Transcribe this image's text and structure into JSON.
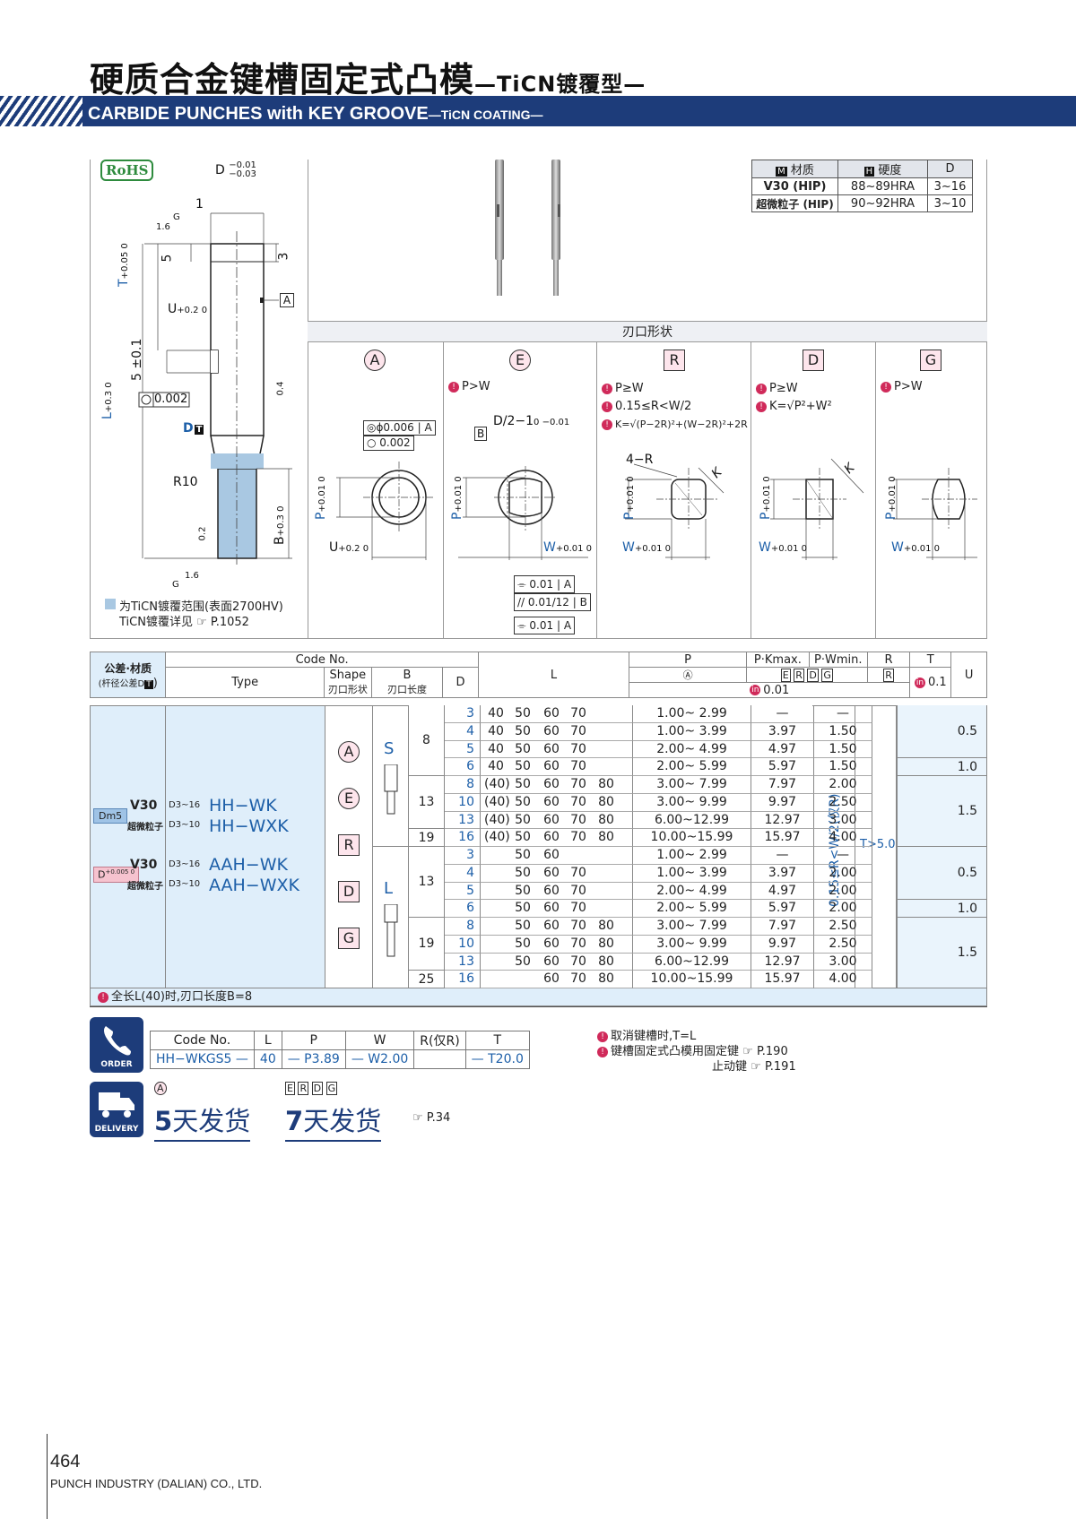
{
  "header": {
    "title_cn": "硬质合金键槽固定式凸模",
    "title_cn_sub": "—TiCN镀覆型—",
    "title_en": "CARBIDE PUNCHES with KEY GROOVE",
    "title_en_sub": "—TiCN COATING—"
  },
  "drawing": {
    "rohs": "RoHS",
    "d_tol": "D",
    "d_tol_upper": "−0.01",
    "d_tol_lower": "−0.03",
    "dim_1": "1",
    "dim_g": "G",
    "dim_16": "1.6",
    "dim_5": "5",
    "dim_3": "3",
    "t_label": "T",
    "t_tol": "+0.05 0",
    "u_label": "U",
    "u_tol": "+0.2 0",
    "ref_a": "A",
    "dim_5_01": "5 ±0.1",
    "l_label": "L",
    "l_tol": "+0.3 0",
    "flat_tol": "0.002",
    "g_04": "0.4",
    "d_t_label": "D",
    "t_badge": "T",
    "r10": "R10",
    "g_02": "0.2",
    "b_label": "B",
    "b_tol": "+0.3 0",
    "g_bottom": "G",
    "g_16b": "1.6",
    "legend_1": "为TiCN镀覆范围(表面2700HV)",
    "legend_2": "TiCN镀覆详见",
    "legend_ref": "P.1052"
  },
  "material_table": {
    "headers": [
      "材质",
      "硬度",
      "D"
    ],
    "badges": [
      "M",
      "H"
    ],
    "rows": [
      [
        "V30 (HIP)",
        "88~89HRA",
        "3~16"
      ],
      [
        "超微粒子 (HIP)",
        "90~92HRA",
        "3~10"
      ]
    ]
  },
  "shape_section": {
    "title": "刃口形状",
    "shapes": [
      {
        "code": "A",
        "cond": [],
        "tol1": "ϕ0.006",
        "tol1_ref": "A",
        "tol2": "0.002",
        "p": "P",
        "p_tol": "+0.01 0",
        "u": "U",
        "u_tol": "+0.2 0"
      },
      {
        "code": "E",
        "cond": [
          "P>W"
        ],
        "d2": "D/2−1",
        "d2_tol": "0 −0.01",
        "b": "B",
        "p": "P",
        "p_tol": "+0.01 0",
        "w": "W",
        "w_tol": "+0.01 0",
        "t1": "0.01",
        "t1_ref": "A",
        "t2": "0.01/12",
        "t2_ref": "B",
        "t3": "0.01",
        "t3_ref": "A"
      },
      {
        "code": "R",
        "cond": [
          "P≥W",
          "0.15≤R<W/2",
          "K=√(P−2R)²+(W−2R)²+2R"
        ],
        "r": "4−R",
        "k": "K",
        "p": "P",
        "p_tol": "+0.01 0",
        "w": "W",
        "w_tol": "+0.01 0"
      },
      {
        "code": "D",
        "cond": [
          "P≥W",
          "K=√P²+W²"
        ],
        "k": "K",
        "p": "P",
        "p_tol": "+0.01 0",
        "w": "W",
        "w_tol": "+0.01 0"
      },
      {
        "code": "G",
        "cond": [
          "P>W"
        ],
        "p": "P",
        "p_tol": "+0.01 0",
        "w": "W",
        "w_tol": "+0.01 0"
      }
    ]
  },
  "spec_table": {
    "h_tol": "公差·材质",
    "h_tol_sub": "(杆径公差D",
    "h_tol_badge": "T",
    "h_code": "Code No.",
    "h_type": "Type",
    "h_shape": "Shape",
    "h_shape_sub": "刃口形状",
    "h_b": "B",
    "h_b_sub": "刃口长度",
    "h_d": "D",
    "h_l": "L",
    "h_p": "P",
    "h_p_sub": "A",
    "h_pk": "P·Kmax.",
    "h_pw": "P·Wmin.",
    "h_pkw_sub": [
      "E",
      "R",
      "D",
      "G"
    ],
    "h_r": "R",
    "h_r_sub": "R",
    "h_t": "T",
    "h_t_sub": "0.1",
    "h_u": "U",
    "h_in": "0.01",
    "left_group": {
      "tol1": "Dm5",
      "tol2": "D",
      "tol2_sup": "+0.005 0",
      "mat_v30": "V30",
      "mat_sm": "超微粒子",
      "range_v30": "D3~16",
      "range_sm": "D3~10",
      "type_hh_wk": "HH−WK",
      "type_hh_wxk": "HH−WXK",
      "type_aah_wk": "AAH−WK",
      "type_aah_wxk": "AAH−WXK"
    },
    "shape_codes": [
      "A",
      "E",
      "R",
      "D",
      "G"
    ],
    "b_s": "S",
    "b_l": "L",
    "r_range": "0.15≤R<W/2(仅R)",
    "t_range": "T>5.0",
    "rows": [
      {
        "b": "8",
        "d": "3",
        "l": [
          "40",
          "50",
          "60",
          "70",
          ""
        ],
        "p": "1.00~ 2.99",
        "pk": "—",
        "pw": "—",
        "u": "0.5"
      },
      {
        "b": "",
        "d": "4",
        "l": [
          "40",
          "50",
          "60",
          "70",
          ""
        ],
        "p": "1.00~ 3.99",
        "pk": "3.97",
        "pw": "1.50",
        "u": ""
      },
      {
        "b": "",
        "d": "5",
        "l": [
          "40",
          "50",
          "60",
          "70",
          ""
        ],
        "p": "2.00~ 4.99",
        "pk": "4.97",
        "pw": "1.50",
        "u": ""
      },
      {
        "b": "",
        "d": "6",
        "l": [
          "40",
          "50",
          "60",
          "70",
          ""
        ],
        "p": "2.00~ 5.99",
        "pk": "5.97",
        "pw": "1.50",
        "u": "1.0"
      },
      {
        "b": "13",
        "d": "8",
        "l": [
          "(40)",
          "50",
          "60",
          "70",
          "80"
        ],
        "p": "3.00~ 7.99",
        "pk": "7.97",
        "pw": "2.00",
        "u": "1.5"
      },
      {
        "b": "",
        "d": "10",
        "l": [
          "(40)",
          "50",
          "60",
          "70",
          "80"
        ],
        "p": "3.00~ 9.99",
        "pk": "9.97",
        "pw": "2.50",
        "u": ""
      },
      {
        "b": "",
        "d": "13",
        "l": [
          "(40)",
          "50",
          "60",
          "70",
          "80"
        ],
        "p": "6.00~12.99",
        "pk": "12.97",
        "pw": "3.00",
        "u": ""
      },
      {
        "b": "19",
        "d": "16",
        "l": [
          "(40)",
          "50",
          "60",
          "70",
          "80"
        ],
        "p": "10.00~15.99",
        "pk": "15.97",
        "pw": "4.00",
        "u": ""
      },
      {
        "b": "13",
        "d": "3",
        "l": [
          "",
          "50",
          "60",
          "",
          ""
        ],
        "p": "1.00~ 2.99",
        "pk": "—",
        "pw": "—",
        "u": "0.5"
      },
      {
        "b": "",
        "d": "4",
        "l": [
          "",
          "50",
          "60",
          "70",
          ""
        ],
        "p": "1.00~ 3.99",
        "pk": "3.97",
        "pw": "2.00",
        "u": ""
      },
      {
        "b": "",
        "d": "5",
        "l": [
          "",
          "50",
          "60",
          "70",
          ""
        ],
        "p": "2.00~ 4.99",
        "pk": "4.97",
        "pw": "2.00",
        "u": ""
      },
      {
        "b": "",
        "d": "6",
        "l": [
          "",
          "50",
          "60",
          "70",
          ""
        ],
        "p": "2.00~ 5.99",
        "pk": "5.97",
        "pw": "2.00",
        "u": "1.0"
      },
      {
        "b": "19",
        "d": "8",
        "l": [
          "",
          "50",
          "60",
          "70",
          "80"
        ],
        "p": "3.00~ 7.99",
        "pk": "7.97",
        "pw": "2.50",
        "u": "1.5"
      },
      {
        "b": "",
        "d": "10",
        "l": [
          "",
          "50",
          "60",
          "70",
          "80"
        ],
        "p": "3.00~ 9.99",
        "pk": "9.97",
        "pw": "2.50",
        "u": ""
      },
      {
        "b": "",
        "d": "13",
        "l": [
          "",
          "50",
          "60",
          "70",
          "80"
        ],
        "p": "6.00~12.99",
        "pk": "12.97",
        "pw": "3.00",
        "u": ""
      },
      {
        "b": "25",
        "d": "16",
        "l": [
          "",
          "",
          "60",
          "70",
          "80"
        ],
        "p": "10.00~15.99",
        "pk": "15.97",
        "pw": "4.00",
        "u": ""
      }
    ],
    "footnote": "全长L(40)时,刃口长度B=8"
  },
  "order": {
    "label": "ORDER",
    "headers": [
      "Code No.",
      "L",
      "P",
      "W",
      "R(仅R)",
      "T"
    ],
    "values": [
      "HH−WKGS5 —",
      "40",
      "— P3.89",
      "— W2.00",
      "",
      "— T20.0"
    ],
    "notes": [
      "取消键槽时,T=L",
      "键槽固定式凸模用固定键",
      "止动键"
    ],
    "refs": [
      "P.190",
      "P.191"
    ]
  },
  "delivery": {
    "label": "DELIVERY",
    "shape_a": "A",
    "shapes_other": [
      "E",
      "R",
      "D",
      "G"
    ],
    "d5_num": "5",
    "d5_txt": "天发货",
    "d7_num": "7",
    "d7_txt": "天发货",
    "ref": "P.34"
  },
  "footer": {
    "page": "464",
    "company": "PUNCH INDUSTRY (DALIAN) CO., LTD."
  },
  "colors": {
    "navy": "#1d3c7a",
    "blue_text": "#1d5fa8",
    "coating": "#a9c8e2",
    "badge_red": "#d02a5a"
  }
}
